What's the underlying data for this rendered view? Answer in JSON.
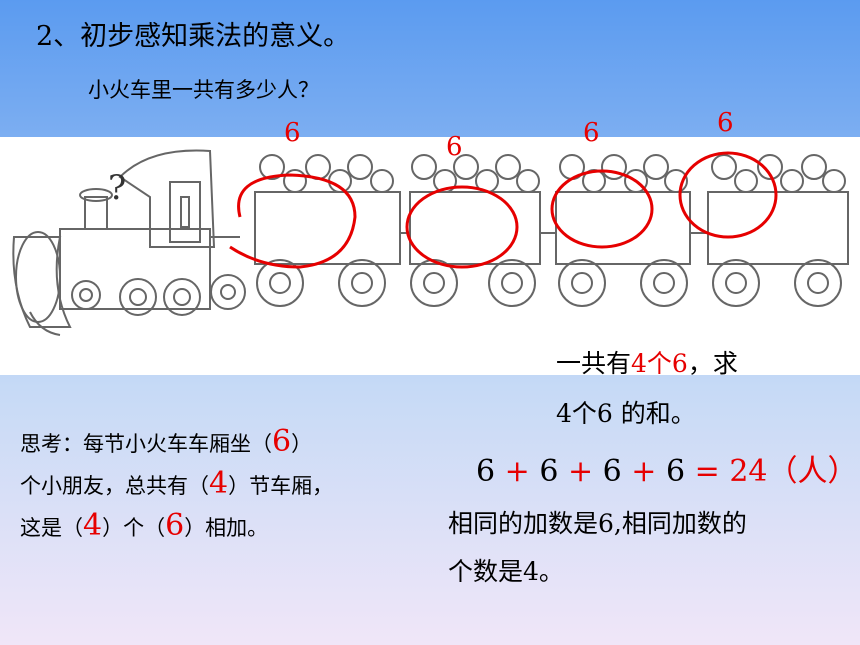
{
  "title": "2、初步感知乘法的意义。",
  "question": "小火车里一共有多少人？",
  "car_labels": [
    "6",
    "6",
    "6",
    "6"
  ],
  "engine_mark": "?",
  "summary": {
    "line1_a": "一共有",
    "line1_b": "4个6",
    "line1_c": "，求",
    "line2": "4个6 的和。"
  },
  "think": {
    "l1_a": "思考：每节小火车车厢坐（",
    "l1_n": "6",
    "l1_b": "）",
    "l2_a": "个小朋友，总共有（",
    "l2_n": "4",
    "l2_b": "）节车厢，",
    "l3_a": "这是（",
    "l3_n1": "4",
    "l3_b": "）个（",
    "l3_n2": "6",
    "l3_c": "）相加。"
  },
  "equation": {
    "n1": "6",
    "op1": "+",
    "n2": "6",
    "op2": "+",
    "n3": "6",
    "op3": "+",
    "n4": "6",
    "eq": "=",
    "result": "24（人）"
  },
  "conclusion": {
    "line1": "相同的加数是6,相同加数的",
    "line2": "个数是4。"
  }
}
